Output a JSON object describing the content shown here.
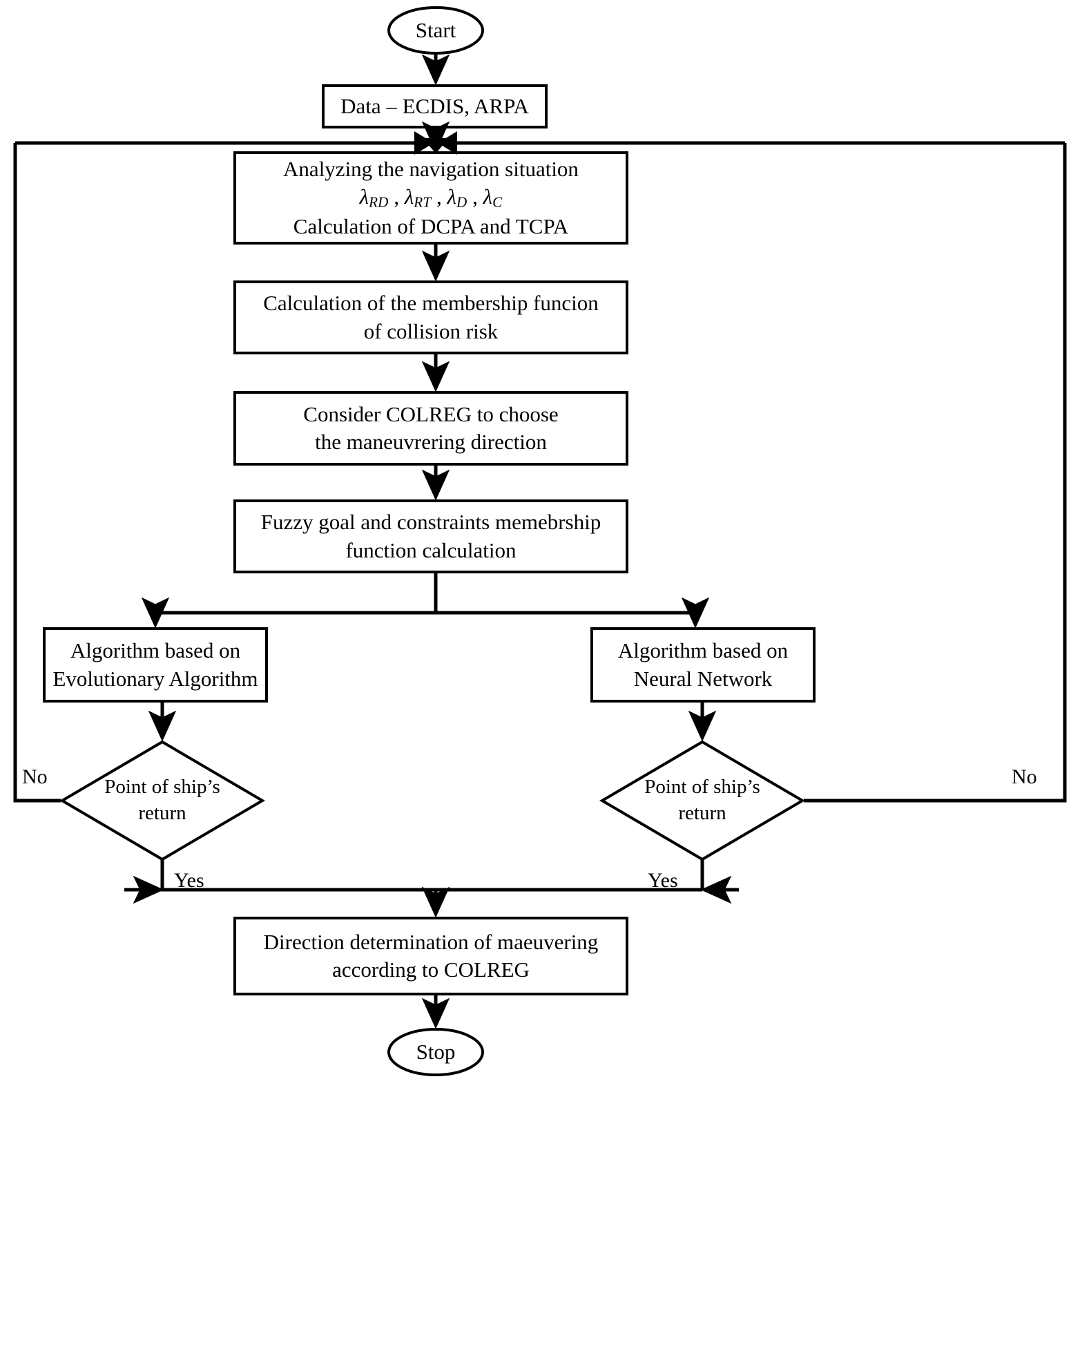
{
  "diagram": {
    "title": "Ship collision avoidance decision flowchart",
    "stroke_color": "#000000",
    "fill_color": "#ffffff",
    "background": "#ffffff"
  },
  "nodes": {
    "start": {
      "shape": "ellipse",
      "label": "Start"
    },
    "data": {
      "shape": "rectangle",
      "label": "Data – ECDIS, ARPA"
    },
    "analyze": {
      "shape": "rectangle",
      "line1": "Analyzing the navigation situation",
      "line2_symbols": [
        {
          "greek": "λ",
          "sub": "RD"
        },
        {
          "greek": "λ",
          "sub": "RT"
        },
        {
          "greek": "λ",
          "sub": "D"
        },
        {
          "greek": "λ",
          "sub": "C"
        }
      ],
      "line3": "Calculation of DCPA and TCPA"
    },
    "membership": {
      "shape": "rectangle",
      "line1": "Calculation of the membership funcion",
      "line2": "of collision risk"
    },
    "colreg": {
      "shape": "rectangle",
      "line1": "Consider COLREG to choose",
      "line2": "the maneuvrering direction"
    },
    "fuzzy": {
      "shape": "rectangle",
      "line1": "Fuzzy goal and constraints memebrship",
      "line2": "function calculation"
    },
    "evolutionary": {
      "shape": "rectangle",
      "line1": "Algorithm based on",
      "line2": "Evolutionary Algorithm"
    },
    "neural": {
      "shape": "rectangle",
      "line1": "Algorithm based on",
      "line2": "Neural Network"
    },
    "decision_left": {
      "shape": "diamond",
      "line1": "Point of ship’s",
      "line2": "return"
    },
    "decision_right": {
      "shape": "diamond",
      "line1": "Point of ship’s",
      "line2": "return"
    },
    "direction": {
      "shape": "rectangle",
      "line1": "Direction determination of maeuvering",
      "line2": "according to COLREG"
    },
    "stop": {
      "shape": "ellipse",
      "label": "Stop"
    }
  },
  "edge_labels": {
    "no_left": "No",
    "no_right": "No",
    "yes_left": "Yes",
    "yes_right": "Yes"
  }
}
